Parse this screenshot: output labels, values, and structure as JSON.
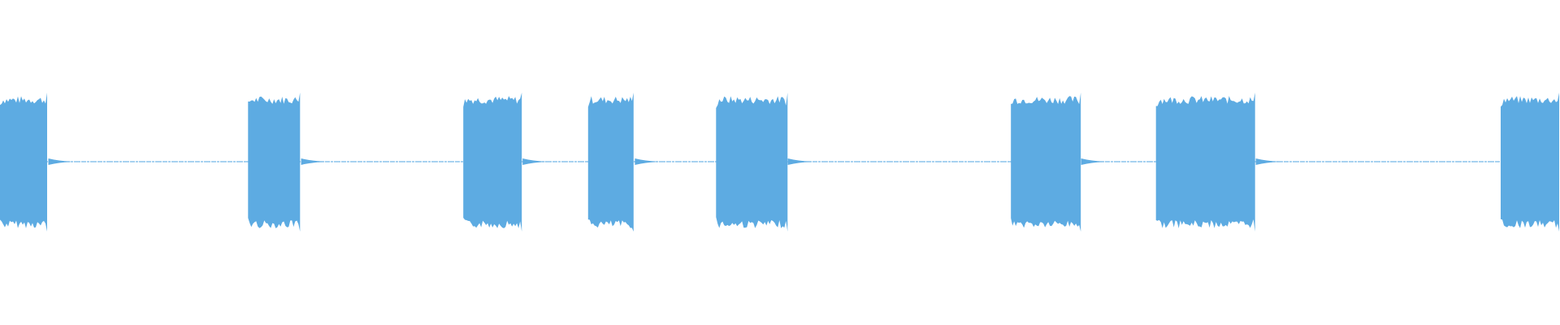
{
  "waveform": {
    "color": "#5dabe2",
    "background": "#ffffff",
    "bursts": [
      {
        "start": 0.0,
        "end": 0.031
      },
      {
        "start": 0.159,
        "end": 0.193
      },
      {
        "start": 0.297,
        "end": 0.335
      },
      {
        "start": 0.377,
        "end": 0.407
      },
      {
        "start": 0.459,
        "end": 0.505
      },
      {
        "start": 0.648,
        "end": 0.693
      },
      {
        "start": 0.741,
        "end": 0.805
      },
      {
        "start": 0.962,
        "end": 1.0
      }
    ]
  }
}
